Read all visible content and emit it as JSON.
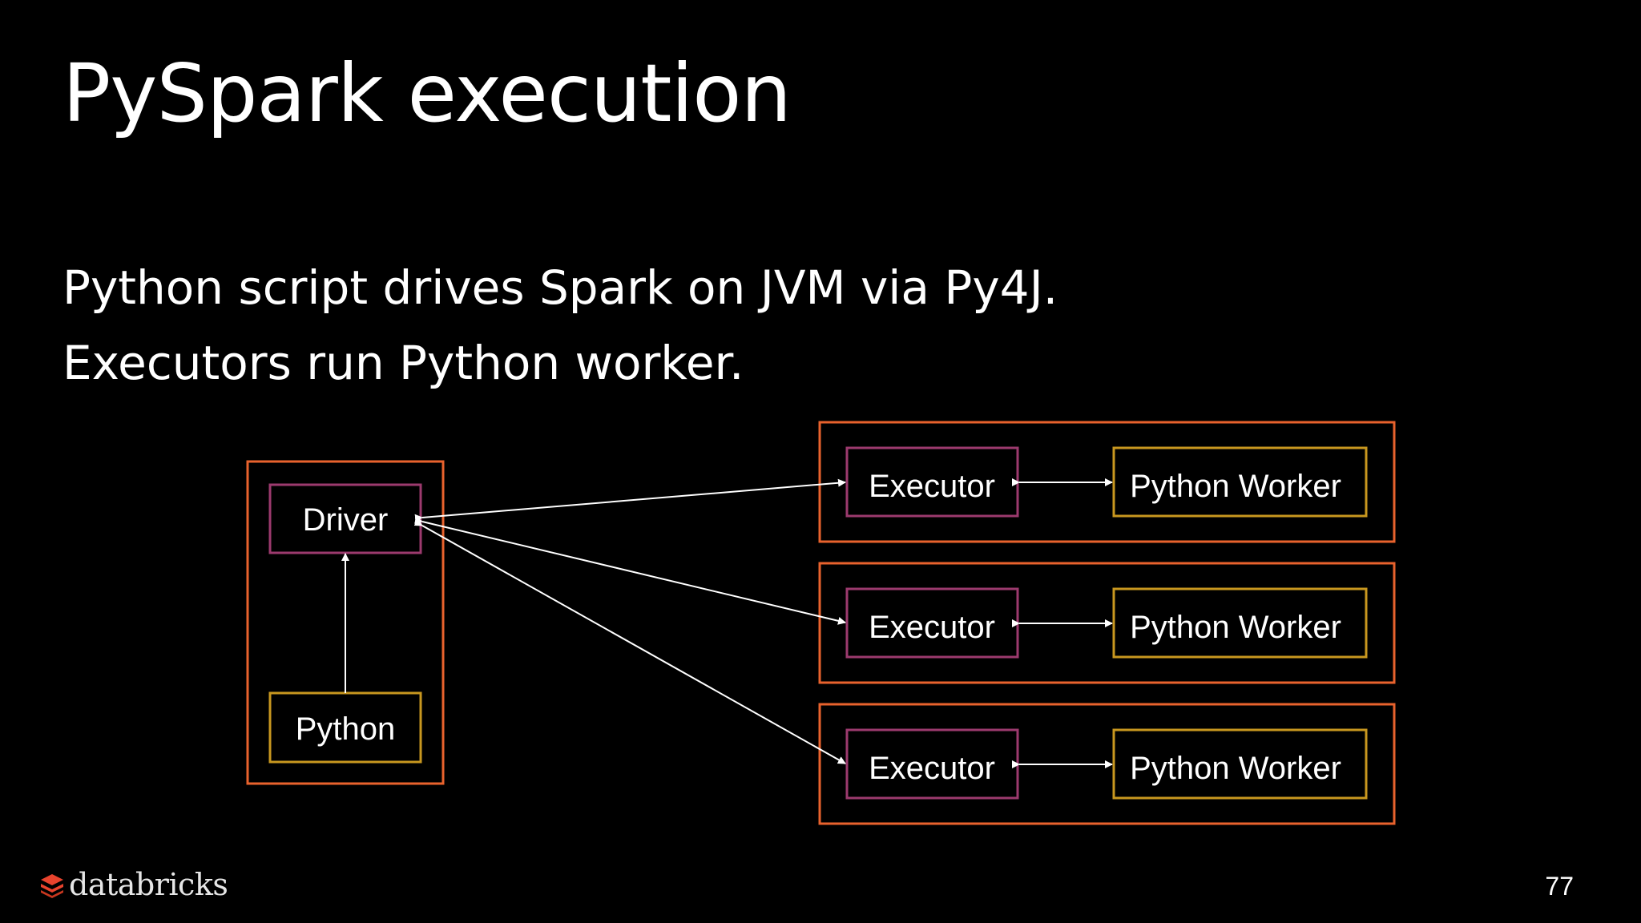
{
  "slide": {
    "title": "PySpark execution",
    "bullets": [
      "Python script drives Spark on JVM via Py4J.",
      "Executors run Python worker."
    ],
    "page_number": "77"
  },
  "diagram": {
    "driver_label": "Driver",
    "python_label": "Python",
    "executor_label": "Executor",
    "python_worker_label": "Python Worker",
    "colors": {
      "container_border": "#e8622d",
      "driver_border": "#9c3a6e",
      "executor_border": "#9c3a6e",
      "python_border": "#c8971f",
      "python_worker_border": "#c8971f",
      "arrow": "#ffffff"
    }
  },
  "logo": {
    "text": "databricks",
    "icon": "databricks-logo-icon",
    "color": "#e8432d"
  }
}
